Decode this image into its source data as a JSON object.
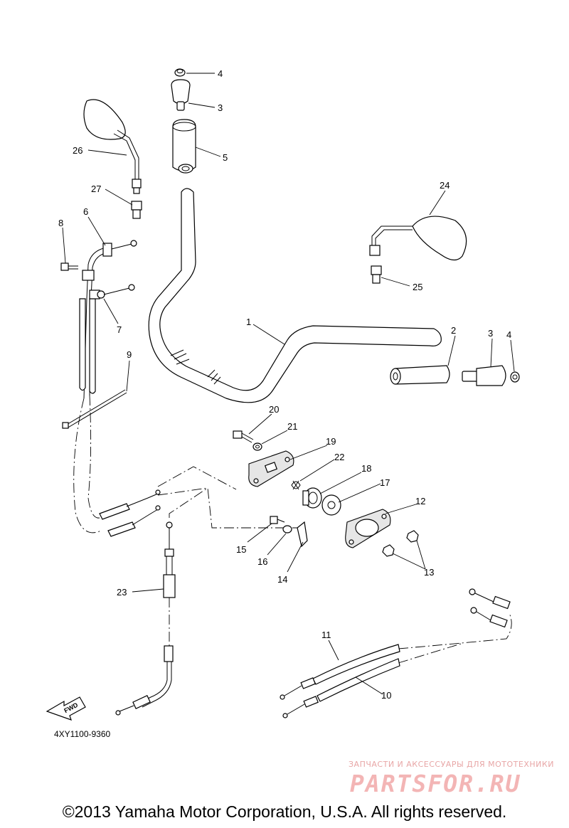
{
  "diagram_code": "4XY1100-9360",
  "direction_label": "FWD",
  "copyright": "©2013 Yamaha Motor Corporation, U.S.A. All rights reserved.",
  "watermark": {
    "tagline": "ЗАПЧАСТИ И АКСЕССУАРЫ ДЛЯ МОТОТЕХНИКИ",
    "logo_text": "PARTSFOR.RU"
  },
  "callouts": [
    {
      "id": "c4a",
      "label": "4"
    },
    {
      "id": "c3a",
      "label": "3"
    },
    {
      "id": "c5",
      "label": "5"
    },
    {
      "id": "c26",
      "label": "26"
    },
    {
      "id": "c27",
      "label": "27"
    },
    {
      "id": "c24",
      "label": "24"
    },
    {
      "id": "c25",
      "label": "25"
    },
    {
      "id": "c8",
      "label": "8"
    },
    {
      "id": "c6",
      "label": "6"
    },
    {
      "id": "c7",
      "label": "7"
    },
    {
      "id": "c9",
      "label": "9"
    },
    {
      "id": "c1",
      "label": "1"
    },
    {
      "id": "c2",
      "label": "2"
    },
    {
      "id": "c3b",
      "label": "3"
    },
    {
      "id": "c4b",
      "label": "4"
    },
    {
      "id": "c20",
      "label": "20"
    },
    {
      "id": "c21",
      "label": "21"
    },
    {
      "id": "c19",
      "label": "19"
    },
    {
      "id": "c22",
      "label": "22"
    },
    {
      "id": "c18",
      "label": "18"
    },
    {
      "id": "c17",
      "label": "17"
    },
    {
      "id": "c12",
      "label": "12"
    },
    {
      "id": "c15",
      "label": "15"
    },
    {
      "id": "c16",
      "label": "16"
    },
    {
      "id": "c14",
      "label": "14"
    },
    {
      "id": "c13",
      "label": "13"
    },
    {
      "id": "c23",
      "label": "23"
    },
    {
      "id": "c11",
      "label": "11"
    },
    {
      "id": "c10",
      "label": "10"
    }
  ]
}
